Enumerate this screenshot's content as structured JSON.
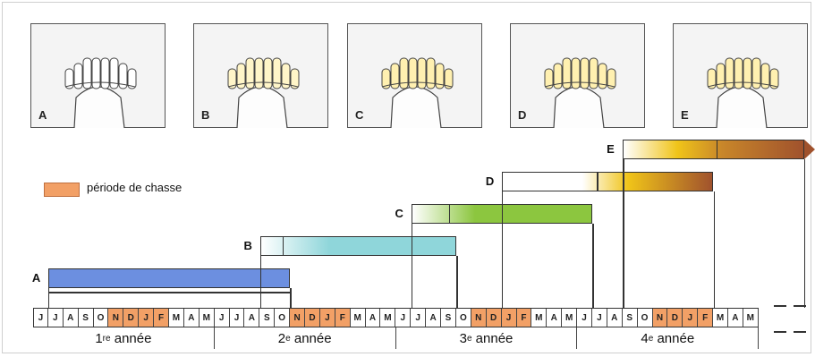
{
  "panels": [
    {
      "letter": "A"
    },
    {
      "letter": "B"
    },
    {
      "letter": "C"
    },
    {
      "letter": "D"
    },
    {
      "letter": "E"
    }
  ],
  "legend": {
    "label": "période de chasse",
    "color": "#f2a066"
  },
  "bars": [
    {
      "letter": "A",
      "color": "#6c8fe0"
    },
    {
      "letter": "B",
      "color": "#8fd6da"
    },
    {
      "letter": "C",
      "color": "#8cc63f"
    },
    {
      "letter": "D",
      "color": "#f0c419"
    },
    {
      "letter": "E",
      "color": "#a0522d"
    }
  ],
  "months": [
    "J",
    "J",
    "A",
    "S",
    "O",
    "N",
    "D",
    "J",
    "F",
    "M",
    "A",
    "M",
    "J",
    "J",
    "A",
    "S",
    "O",
    "N",
    "D",
    "J",
    "F",
    "M",
    "A",
    "M",
    "J",
    "J",
    "A",
    "S",
    "O",
    "N",
    "D",
    "J",
    "F",
    "M",
    "A",
    "M",
    "J",
    "J",
    "A",
    "S",
    "O",
    "N",
    "D",
    "J",
    "F",
    "M",
    "A",
    "M"
  ],
  "hunting_month_indexes": [
    5,
    6,
    7,
    8
  ],
  "years": [
    {
      "num": "1",
      "sup": "re",
      "word": "année"
    },
    {
      "num": "2",
      "sup": "e",
      "word": "année"
    },
    {
      "num": "3",
      "sup": "e",
      "word": "année"
    },
    {
      "num": "4",
      "sup": "e",
      "word": "année"
    }
  ]
}
